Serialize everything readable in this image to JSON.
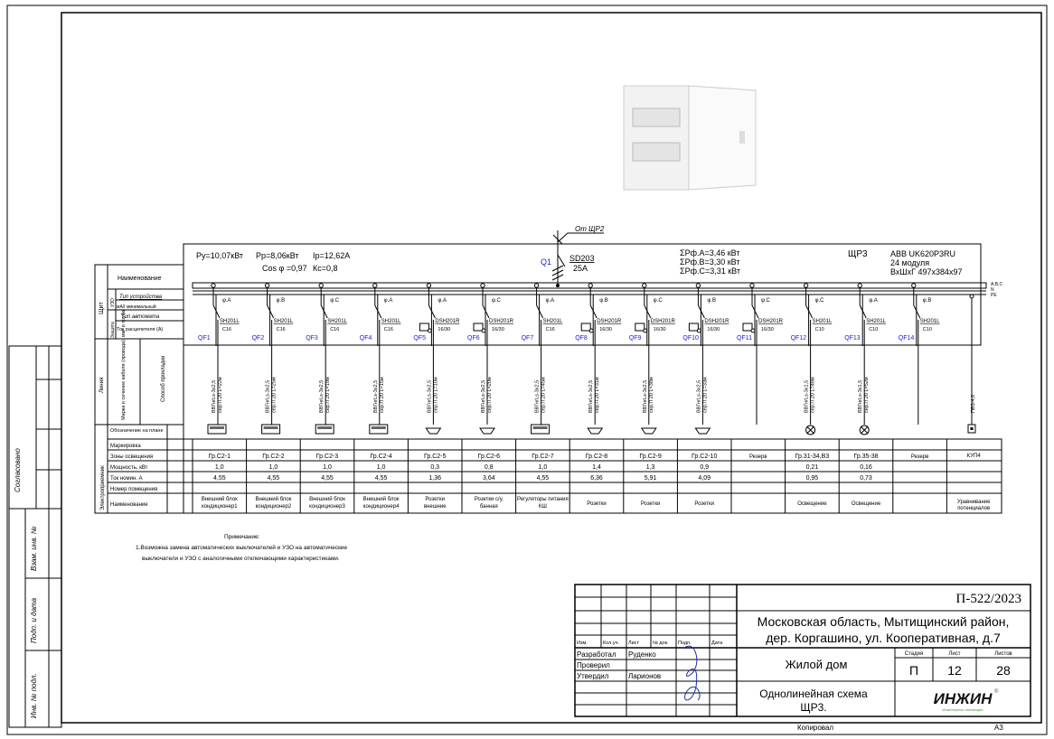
{
  "side_stamp": {
    "agreed": "Согласовано",
    "inv_replace": "Взам. инв. №",
    "sign_date": "Подп. и дата",
    "inv_orig": "Инв. № подл."
  },
  "panel": {
    "feeder": "От ЩР2",
    "main_breaker": {
      "ref": "Q1",
      "device": "SD203",
      "rating": "25A"
    },
    "py": "Ру=10,07кВт",
    "pp": "Рр=8,06кВт",
    "ip": "Iр=12,62А",
    "cos": "Cos φ =0,97",
    "kc": "Кс=0,8",
    "sum_a": "ΣРф.А=3,46  кВт",
    "sum_b": "ΣРф.В=3,30  кВт",
    "sum_c": "ΣРф.С=3,31  кВт",
    "name": "ЩР3",
    "enclosure": "ABB  UK620P3RU",
    "modules": "24 модуля",
    "dims": "ВхШхГ  497х384х97",
    "bus_labels": [
      "A,B,C",
      "N",
      "PE"
    ]
  },
  "row_headers": {
    "shield": "Щит",
    "name": "Наименование",
    "rcd": "УЗО",
    "protection": "Защита",
    "device_type": "Тип устройства",
    "leak": "мА/I минимальный",
    "breaker_type": "Тип автомата",
    "trip_current": "Ток расцепителя (А)",
    "line": "Линия",
    "cable": "Марка и сечение кабеля (провода), мм² и труба",
    "route": "Способ прокладки",
    "consumer": "Электроприемник",
    "plan_symbol": "Обозначение на плане",
    "marking": "Маркировка",
    "zones": "Зоны освещения",
    "power": "Мощность, кВт",
    "current": "Ток номин. А",
    "room": "Номер помещения",
    "consumer_name": "Наименование"
  },
  "circuits": [
    {
      "qf": "QF1",
      "phase": "φ.А",
      "device": "SH201L",
      "rating": "C16",
      "rcd": false,
      "cable": "ВВГнгLs-3х2,5",
      "route": "сер.П.20 L=22м",
      "symbol": "box",
      "group": "Гр.С2-1",
      "power": "1,0",
      "current": "4,55",
      "name": "Внешний блок кондиционер1"
    },
    {
      "qf": "QF2",
      "phase": "φ.В",
      "device": "SH201L",
      "rating": "C16",
      "rcd": false,
      "cable": "ВВГнгLs-3х2,5",
      "route": "сер.П.20 L=25м",
      "symbol": "box",
      "group": "Гр.С2-2",
      "power": "1,0",
      "current": "4,55",
      "name": "Внешний блок кондиционер2"
    },
    {
      "qf": "QF3",
      "phase": "φ.С",
      "device": "SH201L",
      "rating": "C16",
      "rcd": false,
      "cable": "ВВГнгLs-3х2,5",
      "route": "сер.П.20 L=19м",
      "symbol": "box",
      "group": "Гр.С2-3",
      "power": "1,0",
      "current": "4,55",
      "name": "Внешний блок кондиционер3"
    },
    {
      "qf": "QF4",
      "phase": "φ.А",
      "device": "SH201L",
      "rating": "C16",
      "rcd": false,
      "cable": "ВВГнгLs-3х2,5",
      "route": "сер.П.20 L=15м",
      "symbol": "box",
      "group": "Гр.С2-4",
      "power": "1,0",
      "current": "4,55",
      "name": "Внешний блок кондиционер4"
    },
    {
      "qf": "QF5",
      "phase": "φ.А",
      "device": "DSH201R",
      "rating": "16/30",
      "rcd": true,
      "cable": "ВВГнгLs-3х2,5",
      "route": "сер.П.20 L=10м",
      "symbol": "socket",
      "group": "Гр.С2-5",
      "power": "0,3",
      "current": "1,36",
      "name": "Розетки внешние"
    },
    {
      "qf": "QF6",
      "phase": "φ.С",
      "device": "DSH201R",
      "rating": "16/30",
      "rcd": true,
      "cable": "ВВГнгLs-3х2,5",
      "route": "сер.П.20 L=20м",
      "symbol": "socket",
      "group": "Гр.С2-6",
      "power": "0,8",
      "current": "3,64",
      "name": "Розетки с/у, банная"
    },
    {
      "qf": "QF7",
      "phase": "φ.А",
      "device": "SH201L",
      "rating": "C16",
      "rcd": false,
      "cable": "ВВГнгLs-3х2,5",
      "route": "сер.П.20 L=45м",
      "symbol": "box",
      "group": "Гр.С2-7",
      "power": "1,0",
      "current": "4,55",
      "name": "Регуляторы питания КШ"
    },
    {
      "qf": "QF8",
      "phase": "φ.В",
      "device": "DSH201R",
      "rating": "16/30",
      "rcd": true,
      "cable": "ВВГнгLs-3х2,5",
      "route": "сер.П.20 L=31м",
      "symbol": "socket",
      "group": "Гр.С2-8",
      "power": "1,4",
      "current": "6,36",
      "name": "Розетки"
    },
    {
      "qf": "QF9",
      "phase": "φ.С",
      "device": "DSH201R",
      "rating": "16/30",
      "rcd": true,
      "cable": "ВВГнгLs-3х2,5",
      "route": "сер.П.20 L=38м",
      "symbol": "socket",
      "group": "Гр.С2-9",
      "power": "1,3",
      "current": "5,91",
      "name": "Розетки"
    },
    {
      "qf": "QF10",
      "phase": "φ.В",
      "device": "DSH201R",
      "rating": "16/30",
      "rcd": true,
      "cable": "ВВГнгLs-3х2,5",
      "route": "сер.П.20 L=33м",
      "symbol": "socket",
      "group": "Гр.С2-10",
      "power": "0,9",
      "current": "4,09",
      "name": "Розетки"
    },
    {
      "qf": "QF11",
      "phase": "φ.С",
      "device": "DSH201R",
      "rating": "16/30",
      "rcd": true,
      "cable": "",
      "route": "",
      "symbol": "none",
      "group": "Резерв",
      "power": "",
      "current": "",
      "name": ""
    },
    {
      "qf": "QF12",
      "phase": "φ.С",
      "device": "SH201L",
      "rating": "C10",
      "rcd": false,
      "cable": "ВВГнгLs-3х1,5",
      "route": "сер.П.20 L=48м",
      "symbol": "lamp",
      "group": "Гр.31-34,В3",
      "power": "0,21",
      "current": "0,95",
      "name": "Освещение"
    },
    {
      "qf": "QF13",
      "phase": "φ.А",
      "device": "SH201L",
      "rating": "C10",
      "rcd": false,
      "cable": "ВВГнгLs-3х1,5",
      "route": "сер.П.20 L=52м",
      "symbol": "lamp",
      "group": "Гр.35-38",
      "power": "0,16",
      "current": "0,73",
      "name": "Освещение"
    },
    {
      "qf": "QF14",
      "phase": "φ.В",
      "device": "SH201L",
      "rating": "C10",
      "rcd": false,
      "cable": "",
      "route": "",
      "symbol": "none",
      "group": "Резерв",
      "power": "",
      "current": "",
      "name": ""
    }
  ],
  "pe_line": {
    "cable": "ПВ3-4,0",
    "group": "КУП4",
    "name": "Уравнивание потенциалов"
  },
  "note": {
    "title": "Примечание:",
    "line1": "1.Возможна замена автоматических выключателей и УЗО на автоматические",
    "line2": "выключатели и УЗО с аналогичными отключающими характеристиками."
  },
  "title_block": {
    "doc_number": "П-522/2023",
    "address1": "Московская область, Мытищинский район,",
    "address2": "дер. Коргашино, ул. Кооперативная, д.7",
    "object": "Жилой дом",
    "sheet_title1": "Однолинейная схема",
    "sheet_title2": "ЩР3.",
    "col_headers": [
      "Изм.",
      "Кол.уч.",
      "Лист",
      "№ док.",
      "Подп.",
      "Дата"
    ],
    "stage_label": "Стадия",
    "sheet_label": "Лист",
    "sheets_label": "Листов",
    "stage": "П",
    "sheet": "12",
    "sheets": "28",
    "roles": [
      {
        "role": "Разработал",
        "name": "Руденко"
      },
      {
        "role": "Проверил",
        "name": ""
      },
      {
        "role": "Утвердил",
        "name": "Ларионов"
      }
    ],
    "logo": "ИНЖИН",
    "logo_sub": "Инженерные инновации",
    "copied": "Копировал",
    "format": "А3"
  },
  "colors": {
    "ref_labels": "#1a1ad0",
    "logo_green": "#3a9a2a",
    "signature": "#1a2bb0"
  }
}
